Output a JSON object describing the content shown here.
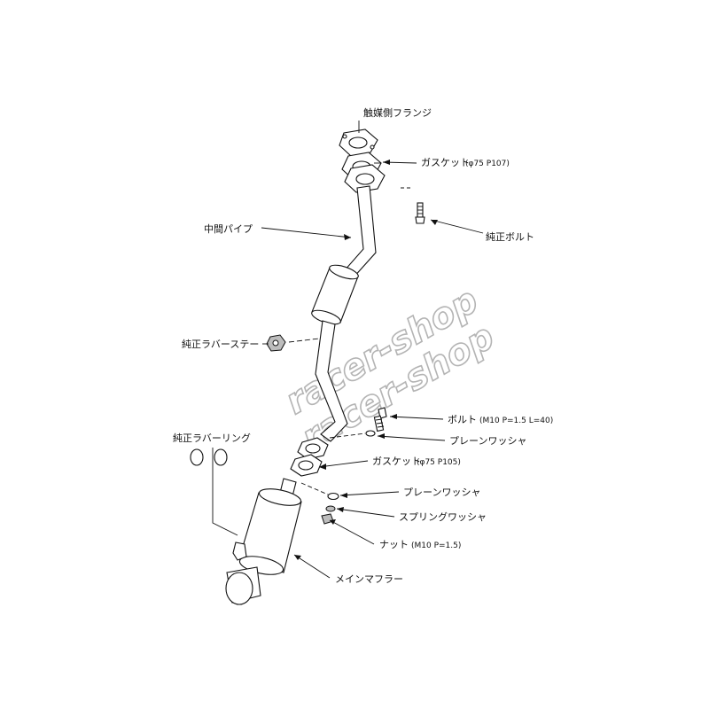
{
  "watermark": "racer-shop",
  "labels": {
    "cat_flange": "触媒側フランジ",
    "gasket_top": "ガスケット",
    "gasket_top_spec": "(φ75 P107)",
    "oem_bolt": "純正ボルト",
    "mid_pipe": "中間パイプ",
    "oem_rubber_stay": "純正ラバーステー",
    "bolt": "ボルト",
    "bolt_spec": "(M10 P=1.5 L=40)",
    "plain_washer_1": "プレーンワッシャ",
    "oem_rubber_ring": "純正ラバーリング",
    "gasket_mid": "ガスケット",
    "gasket_mid_spec": "(φ75 P105)",
    "plain_washer_2": "プレーンワッシャ",
    "spring_washer": "スプリングワッシャ",
    "nut": "ナット",
    "nut_spec": "(M10 P=1.5)",
    "main_muffler": "メインマフラー"
  }
}
